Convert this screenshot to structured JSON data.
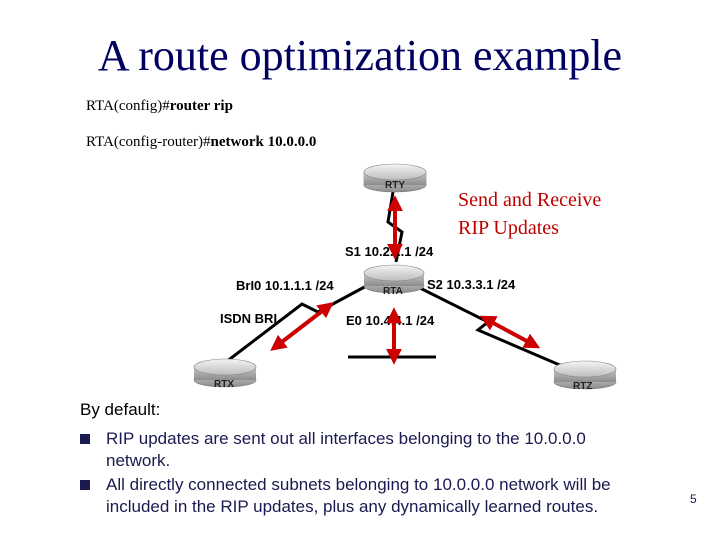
{
  "title": "A route optimization example",
  "commands": [
    {
      "prompt": "RTA(config)#",
      "text": "router rip"
    },
    {
      "prompt": "RTA(config-router)#",
      "text": "network 10.0.0.0"
    }
  ],
  "routers": {
    "rty": "RTY",
    "rta": "RTA",
    "rtx": "RTX",
    "rtz": "RTZ"
  },
  "interfaces": {
    "s1": "S1 10.2.2.1 /24",
    "bri0": "BrI0 10.1.1.1 /24",
    "s2": "S2 10.3.3.1 /24",
    "isdn": "ISDN BRI",
    "e0": "E0 10.4.4.1 /24"
  },
  "callout": {
    "line1": "Send and Receive",
    "line2": "RIP Updates"
  },
  "notes": {
    "heading": "By default:",
    "bullets": [
      {
        "line1": "RIP updates are sent out all interfaces belonging to the 10.0.0.0",
        "line2": "network."
      },
      {
        "line1": "All directly connected subnets belonging to 10.0.0.0 network will be",
        "line2": "included in the RIP updates, plus any dynamically learned routes."
      }
    ]
  },
  "page_number": "5",
  "colors": {
    "title": "#000060",
    "callout": "#c00000",
    "arrow": "#cc0000",
    "bullet": "#1a1a50"
  }
}
